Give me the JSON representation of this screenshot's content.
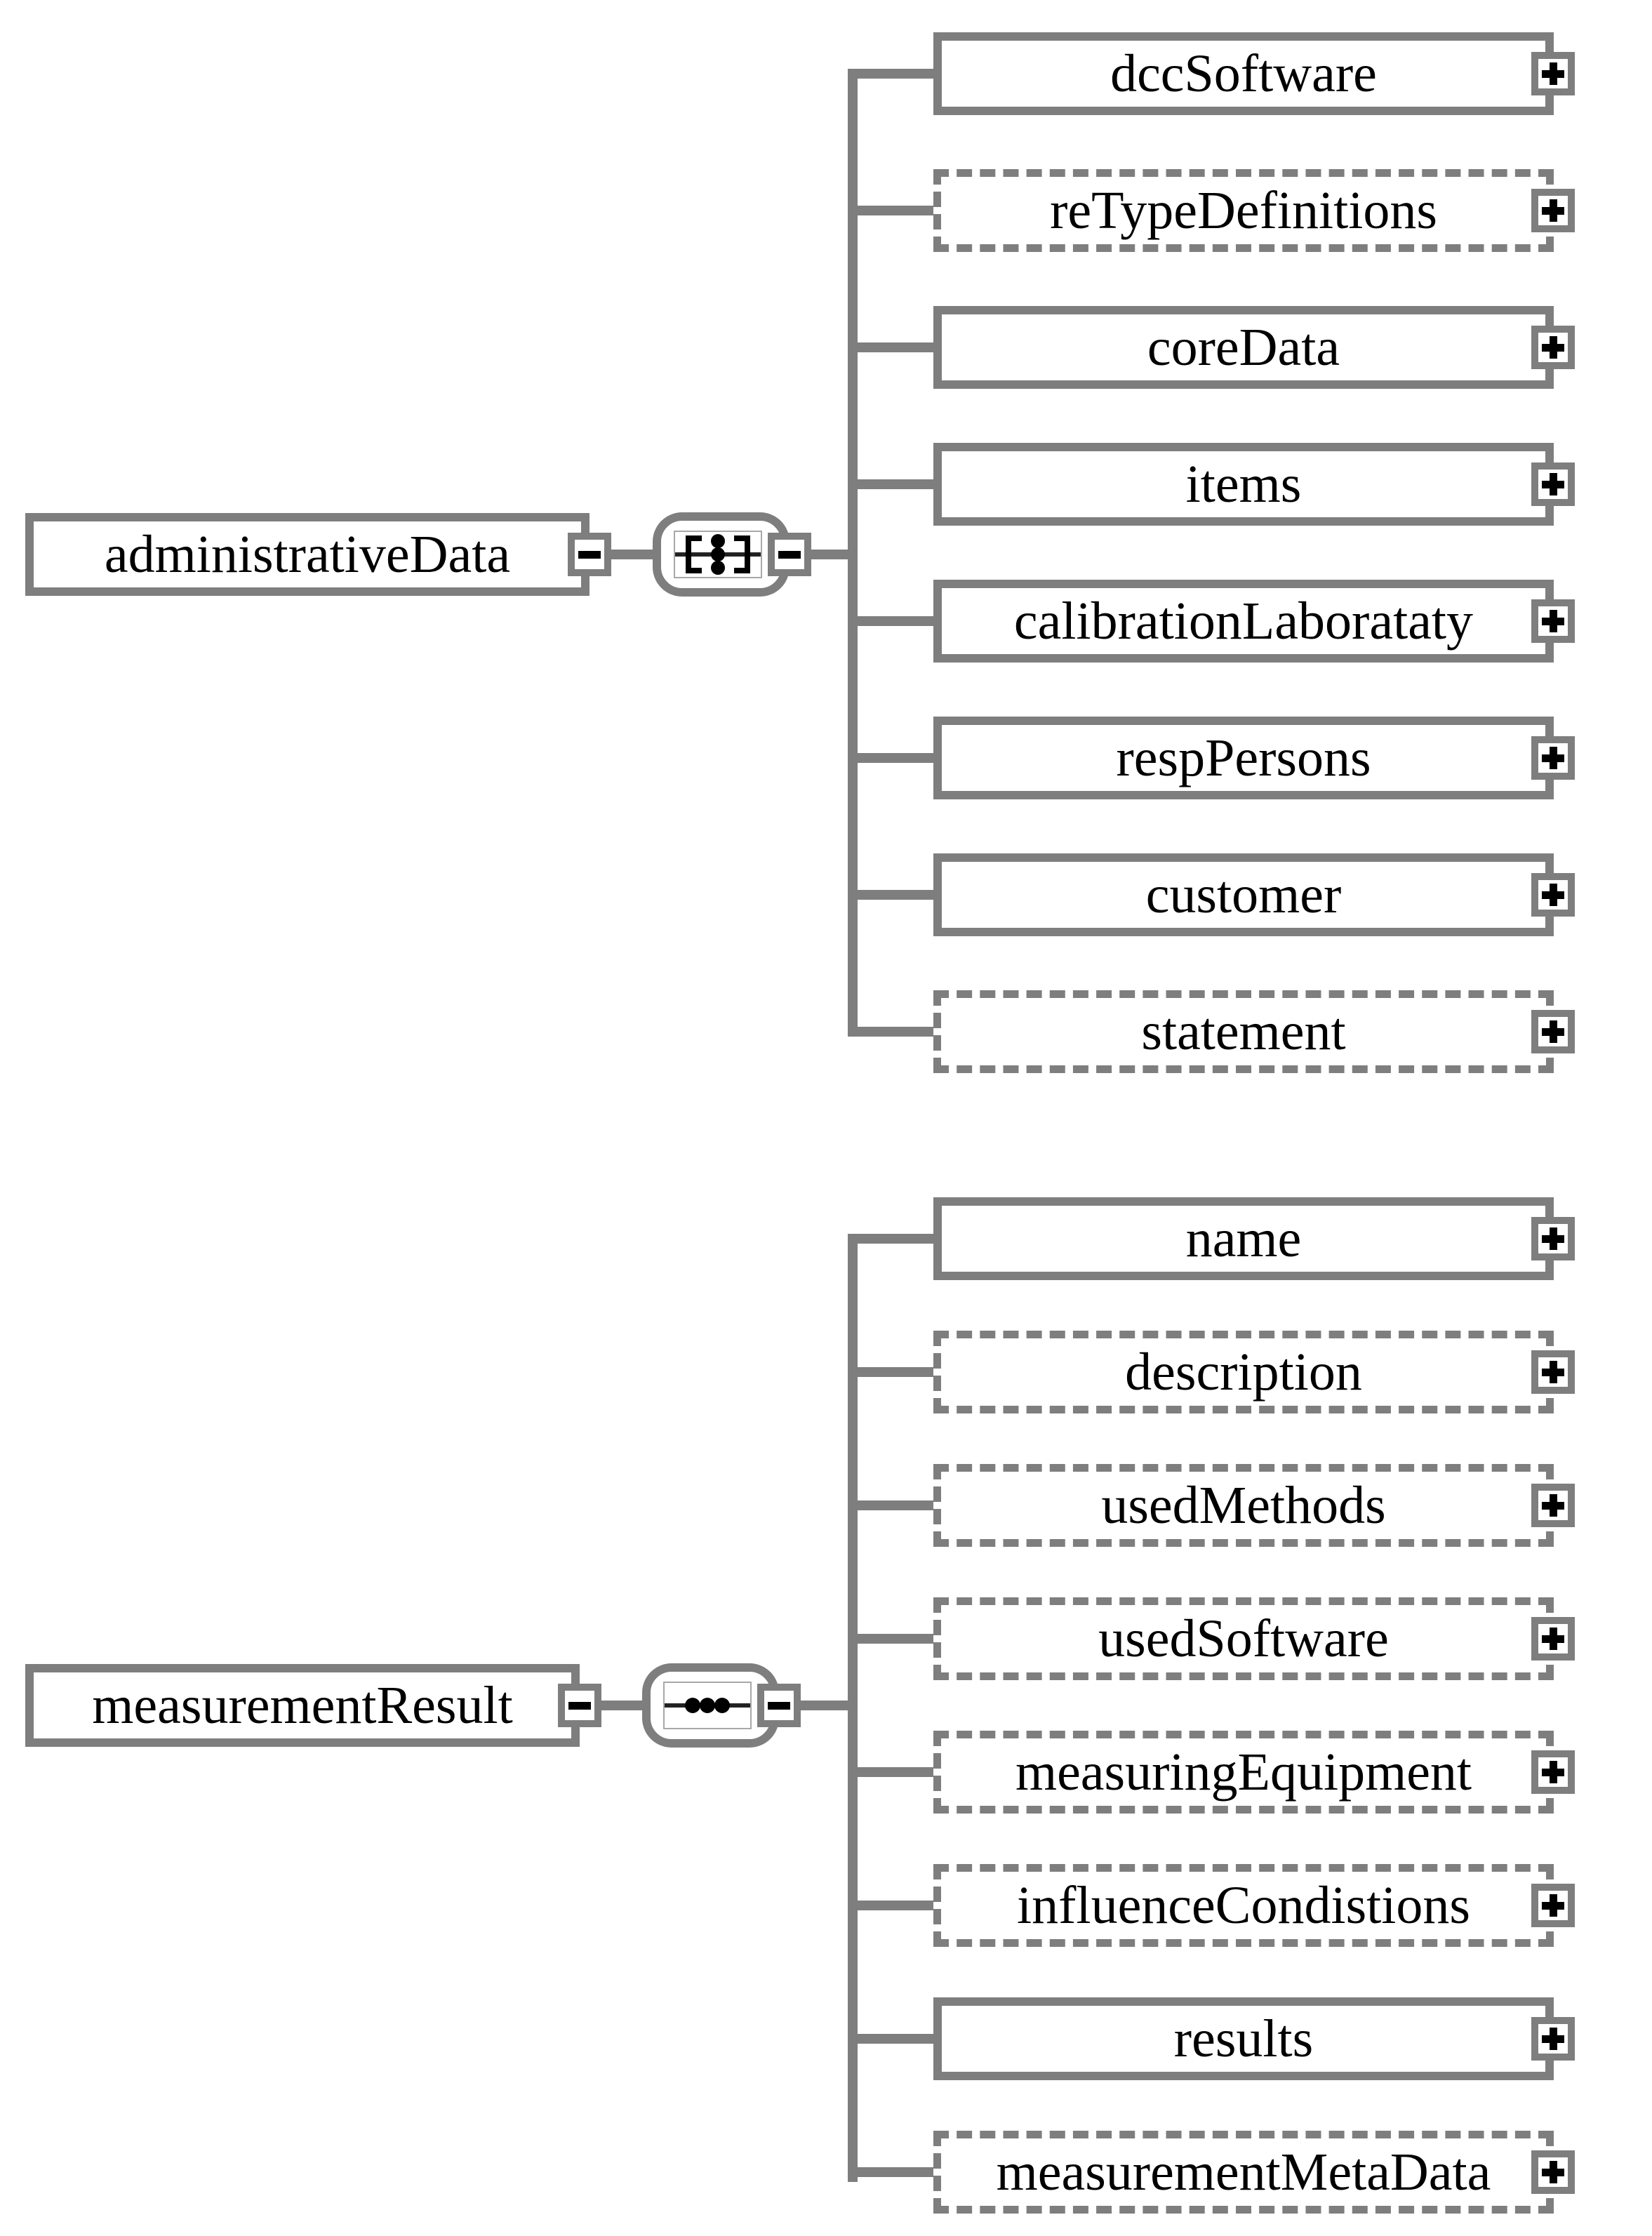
{
  "diagram": {
    "kind": "xml-schema-content-model-diagram",
    "colors": {
      "border_gray": "#7e7e7e",
      "text": "#000000",
      "background": "#ffffff",
      "glyph_black": "#000000"
    }
  },
  "trees": [
    {
      "root": {
        "label": "administrativeData",
        "expander": "minus"
      },
      "compositor": {
        "type": "all",
        "expander": "minus"
      },
      "children": [
        {
          "label": "dccSoftware",
          "optional": false,
          "expander": "plus"
        },
        {
          "label": "reTypeDefinitions",
          "optional": true,
          "expander": "plus"
        },
        {
          "label": "coreData",
          "optional": false,
          "expander": "plus"
        },
        {
          "label": "items",
          "optional": false,
          "expander": "plus"
        },
        {
          "label": "calibrationLaborataty",
          "optional": false,
          "expander": "plus"
        },
        {
          "label": "respPersons",
          "optional": false,
          "expander": "plus"
        },
        {
          "label": "customer",
          "optional": false,
          "expander": "plus"
        },
        {
          "label": "statement",
          "optional": true,
          "expander": "plus"
        }
      ]
    },
    {
      "root": {
        "label": "measurementResult",
        "expander": "minus"
      },
      "compositor": {
        "type": "sequence",
        "expander": "minus"
      },
      "children": [
        {
          "label": "name",
          "optional": false,
          "expander": "plus"
        },
        {
          "label": "description",
          "optional": true,
          "expander": "plus"
        },
        {
          "label": "usedMethods",
          "optional": true,
          "expander": "plus"
        },
        {
          "label": "usedSoftware",
          "optional": true,
          "expander": "plus"
        },
        {
          "label": "measuringEquipment",
          "optional": true,
          "expander": "plus"
        },
        {
          "label": "influenceCondistions",
          "optional": true,
          "expander": "plus"
        },
        {
          "label": "results",
          "optional": false,
          "expander": "plus"
        },
        {
          "label": "measurementMetaData",
          "optional": true,
          "expander": "plus"
        }
      ]
    }
  ]
}
